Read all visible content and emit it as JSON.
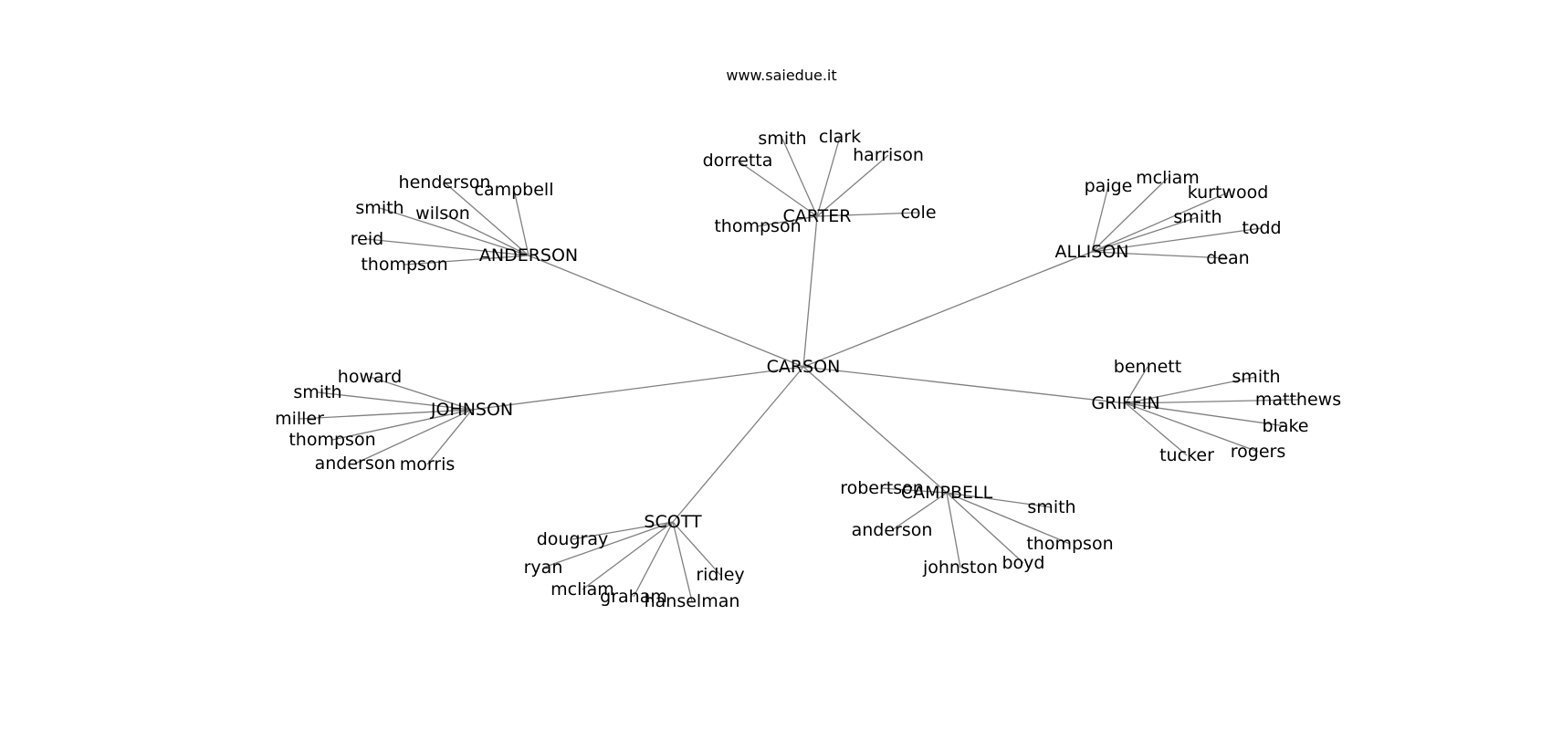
{
  "title": "www.saiedue.it",
  "root": "CARSON",
  "groups": [
    {
      "name": "CARTER",
      "children": [
        "smith",
        "clark",
        "harrison",
        "dorretta",
        "cole",
        "thompson"
      ]
    },
    {
      "name": "ANDERSON",
      "children": [
        "henderson",
        "campbell",
        "smith",
        "wilson",
        "reid",
        "thompson"
      ]
    },
    {
      "name": "ALLISON",
      "children": [
        "paige",
        "mcliam",
        "kurtwood",
        "smith",
        "todd",
        "dean"
      ]
    },
    {
      "name": "JOHNSON",
      "children": [
        "howard",
        "smith",
        "miller",
        "thompson",
        "anderson",
        "morris"
      ]
    },
    {
      "name": "GRIFFIN",
      "children": [
        "bennett",
        "smith",
        "matthews",
        "blake",
        "rogers",
        "tucker"
      ]
    },
    {
      "name": "SCOTT",
      "children": [
        "dougray",
        "ryan",
        "mcliam",
        "graham",
        "hanselman",
        "ridley"
      ]
    },
    {
      "name": "CAMPBELL",
      "children": [
        "robertson",
        "smith",
        "anderson",
        "thompson",
        "johnston",
        "boyd"
      ]
    }
  ]
}
